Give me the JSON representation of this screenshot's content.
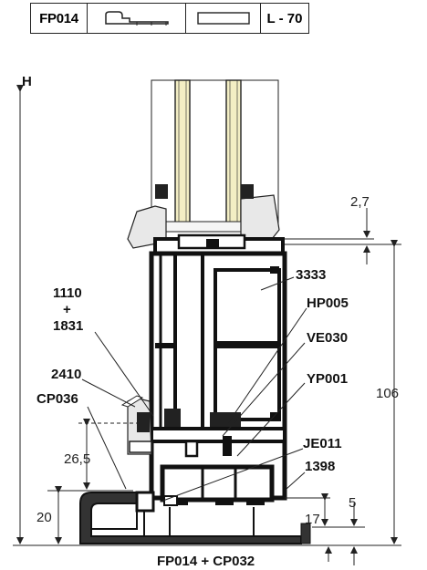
{
  "header": {
    "code": "FP014",
    "series": "L - 70",
    "profile_icon": "sill-profile-icon",
    "section_icon": "rectangle-section-icon"
  },
  "labels": {
    "height_letter": "H",
    "p1110": "1110",
    "plus": "+",
    "p1831": "1831",
    "p2410": "2410",
    "cp036": "CP036",
    "p3333": "3333",
    "hp005": "HP005",
    "ve030": "VE030",
    "yp001": "YP001",
    "je011": "JE011",
    "p1398": "1398",
    "footer": "FP014 + CP032"
  },
  "dimensions": {
    "d2_7": "2,7",
    "d106": "106",
    "d26_5": "26,5",
    "d20": "20",
    "d17": "17",
    "d5": "5"
  },
  "colors": {
    "profile": "#111111",
    "glass": "#f3eec4",
    "glazing_bead": "#e8e8e8"
  }
}
